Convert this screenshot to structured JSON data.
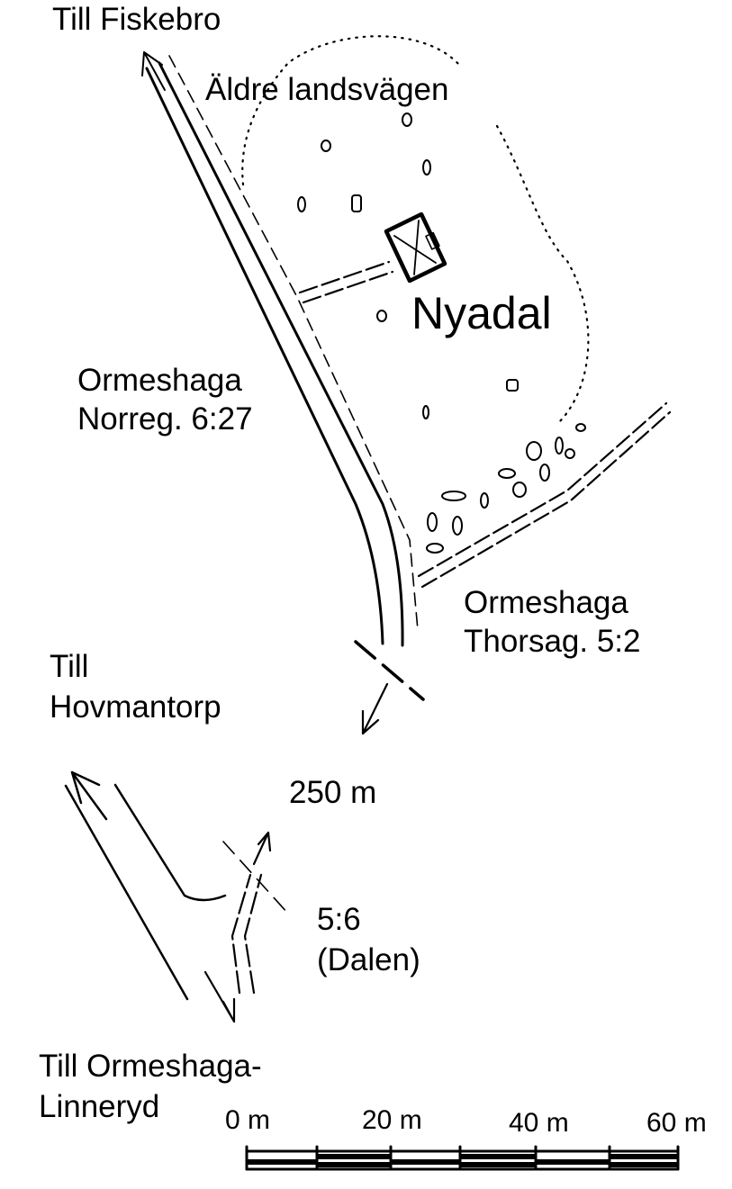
{
  "labels": {
    "till_fiskebro": "Till Fiskebro",
    "aldre_landsvagen": "Äldre landsvägen",
    "nyadal": "Nyadal",
    "norreg_line1": "Ormeshaga",
    "norreg_line2": "Norreg. 6:27",
    "thorsag_line1": "Ormeshaga",
    "thorsag_line2": "Thorsag. 5:2",
    "hovmantorp_line1": "Till",
    "hovmantorp_line2": "Hovmantorp",
    "distance": "250 m",
    "dalen_line1": "5:6",
    "dalen_line2": "(Dalen)",
    "ormeshaga_linneryd_line1": "Till Ormeshaga-",
    "ormeshaga_linneryd_line2": "Linneryd"
  },
  "scale": {
    "ticks": [
      "0 m",
      "20 m",
      "40 m",
      "60 m"
    ]
  },
  "colors": {
    "ink": "#000000",
    "paper": "#ffffff"
  }
}
